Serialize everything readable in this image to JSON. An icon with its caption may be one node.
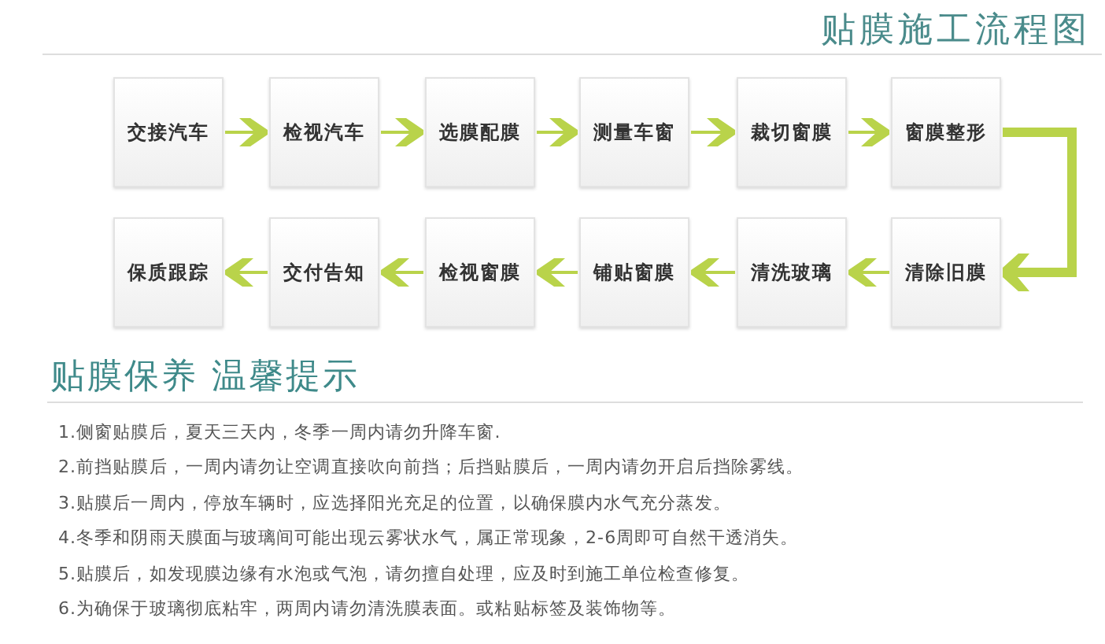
{
  "diagram": {
    "title": "贴膜施工流程图",
    "nodes": [
      {
        "text": [
          "交接汽车"
        ]
      },
      {
        "text": [
          "检视汽车"
        ]
      },
      {
        "text": [
          "选膜配膜"
        ]
      },
      {
        "text": [
          "测量车窗"
        ]
      },
      {
        "text": [
          "裁切窗膜"
        ]
      },
      {
        "text": [
          "窗膜整形"
        ]
      },
      {
        "text": [
          "保质跟踪"
        ]
      },
      {
        "text": [
          "交付告知"
        ]
      },
      {
        "text": [
          "检视窗膜"
        ]
      },
      {
        "text": [
          "铺贴窗膜"
        ]
      },
      {
        "text": [
          "清洗玻璃"
        ]
      },
      {
        "text": [
          "清除旧膜"
        ]
      }
    ],
    "edges": [
      {
        "from": 0,
        "to": 1,
        "arrow": "to"
      },
      {
        "from": 1,
        "to": 2,
        "arrow": "to"
      },
      {
        "from": 2,
        "to": 3,
        "arrow": "to"
      },
      {
        "from": 3,
        "to": 4,
        "arrow": "to"
      },
      {
        "from": 4,
        "to": 5,
        "arrow": "to"
      },
      {
        "from": 5,
        "to": 11,
        "arrow": "to",
        "style": "thick"
      },
      {
        "from": 11,
        "to": 10,
        "arrow": "to"
      },
      {
        "from": 10,
        "to": 9,
        "arrow": "to"
      },
      {
        "from": 9,
        "to": 8,
        "arrow": "to"
      },
      {
        "from": 8,
        "to": 7,
        "arrow": "to"
      },
      {
        "from": 7,
        "to": 6,
        "arrow": "to"
      }
    ],
    "labels": [
      "贴膜保养 温馨提示",
      "1.侧窗贴膜后，夏天三天内，冬季一周内请勿升降车窗.",
      "2.前挡贴膜后，一周内请勿让空调直接吹向前挡；后挡贴膜后，一周内请勿开启后挡除雾线。",
      "3.贴膜后一周内，停放车辆时，应选择阳光充足的位置，以确保膜内水气充分蒸发。",
      "4.冬季和阴雨天膜面与玻璃间可能出现云雾状水气，属正常现象，2-6周即可自然干透消失。",
      "5.贴膜后，如发现膜边缘有水泡或气泡，请勿擅自处理，应及时到施工单位检查修复。",
      "6.为确保于玻璃彻底粘牢，两周内请勿清洗膜表面。或粘贴标签及装饰物等。"
    ]
  }
}
